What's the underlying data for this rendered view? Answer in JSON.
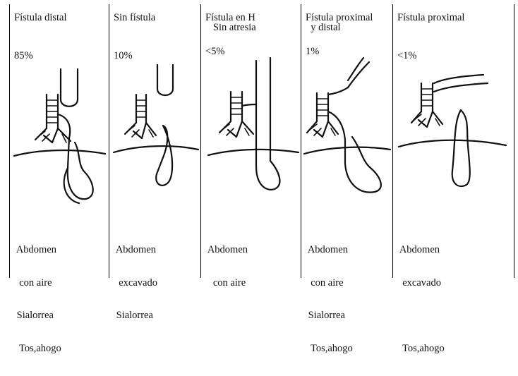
{
  "panels": [
    {
      "title": "Fístula distal",
      "percentage": "85%",
      "notes": [
        " Abdomen",
        "  con aire",
        " Sialorrea",
        "  Tos,ahogo"
      ]
    },
    {
      "title": "Sin fístula",
      "percentage": "10%",
      "notes": [
        " Abdomen",
        "  excavado",
        " Sialorrea"
      ]
    },
    {
      "title": "Fístula en H\n   Sin atresia",
      "percentage": "<5%",
      "notes": [
        " Abdomen",
        "   con aire"
      ]
    },
    {
      "title": "Fístula proximal\n  y distal",
      "percentage": "1%",
      "notes": [
        " Abdomen",
        "  con aire",
        " Sialorrea",
        "  Tos,ahogo"
      ]
    },
    {
      "title": "Fístula proximal",
      "percentage": "<1%",
      "notes": [
        " Abdomen",
        "  excavado",
        "",
        "  Tos,ahogo"
      ]
    }
  ]
}
